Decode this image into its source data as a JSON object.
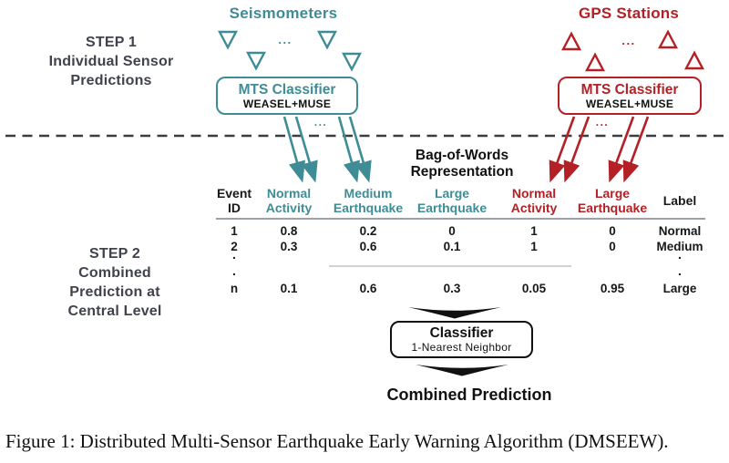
{
  "colors": {
    "teal": "#3E8C95",
    "red": "#B32025",
    "slate": "#40434C"
  },
  "step1_label": "STEP 1\nIndividual Sensor\nPredictions",
  "step2_label": "STEP 2\nCombined\nPrediction at\nCentral Level",
  "seismometers_label": "Seismometers",
  "gps_label": "GPS Stations",
  "ellipsis": "...",
  "mts_seismic": {
    "title": "MTS Classifier",
    "subtitle": "WEASEL+MUSE"
  },
  "mts_gps": {
    "title": "MTS Classifier",
    "subtitle": "WEASEL+MUSE"
  },
  "bag_of_words_label": "Bag-of-Words\nRepresentation",
  "table": {
    "headers": [
      "Event\nID",
      "Normal\nActivity",
      "Medium\nEarthquake",
      "Large\nEarthquake",
      "Normal\nActivity",
      "Large\nEarthquake",
      "Label"
    ],
    "vdot": ".",
    "rows": [
      {
        "cells": [
          "1",
          "0.8",
          "0.2",
          "0",
          "1",
          "0",
          "Normal"
        ]
      },
      {
        "cells": [
          "2",
          "0.3",
          "0.6",
          "0.1",
          "1",
          "0",
          "Medium"
        ]
      },
      {
        "cells": [
          "n",
          "0.1",
          "0.6",
          "0.3",
          "0.05",
          "0.95",
          "Large"
        ]
      }
    ]
  },
  "classifier": {
    "title": "Classifier",
    "subtitle": "1-Nearest Neighbor"
  },
  "combined_prediction_label": "Combined Prediction",
  "caption": "Figure 1: Distributed Multi-Sensor Earthquake Early Warning Algorithm (DMSEEW)."
}
